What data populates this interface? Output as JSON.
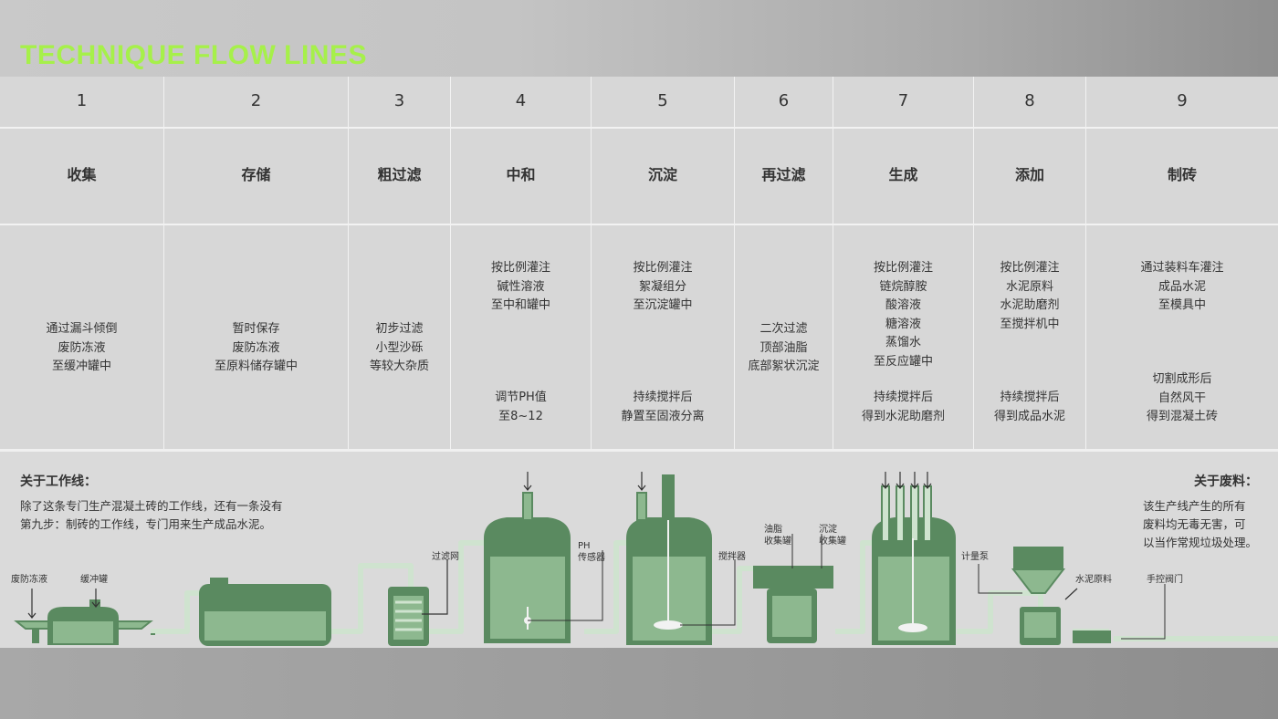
{
  "title": "TECHNIQUE FLOW LINES",
  "steps": [
    {
      "num": "1",
      "name": "收集",
      "desc": [
        {
          "lines": [
            "通过漏斗倾倒",
            "废防冻液",
            "至缓冲罐中"
          ]
        }
      ]
    },
    {
      "num": "2",
      "name": "存储",
      "desc": [
        {
          "lines": [
            "暂时保存",
            "废防冻液",
            "至原料储存罐中"
          ]
        }
      ]
    },
    {
      "num": "3",
      "name": "粗过滤",
      "desc": [
        {
          "lines": [
            "初步过滤",
            "小型沙砾",
            "等较大杂质"
          ]
        }
      ]
    },
    {
      "num": "4",
      "name": "中和",
      "desc": [
        {
          "lines": [
            "按比例灌注",
            "碱性溶液",
            "至中和罐中"
          ]
        },
        {
          "lines": [
            "调节PH值",
            "至8~12"
          ]
        }
      ]
    },
    {
      "num": "5",
      "name": "沉淀",
      "desc": [
        {
          "lines": [
            "按比例灌注",
            "絮凝组分",
            "至沉淀罐中"
          ]
        },
        {
          "lines": [
            "持续搅拌后",
            "静置至固液分离"
          ]
        }
      ]
    },
    {
      "num": "6",
      "name": "再过滤",
      "desc": [
        {
          "lines": [
            "二次过滤",
            "顶部油脂",
            "底部絮状沉淀"
          ]
        }
      ]
    },
    {
      "num": "7",
      "name": "生成",
      "desc": [
        {
          "lines": [
            "按比例灌注",
            "链烷醇胺",
            "酸溶液",
            "糖溶液",
            "蒸馏水",
            "至反应罐中"
          ]
        },
        {
          "lines": [
            "持续搅拌后",
            "得到水泥助磨剂"
          ]
        }
      ]
    },
    {
      "num": "8",
      "name": "添加",
      "desc": [
        {
          "lines": [
            "按比例灌注",
            "水泥原料",
            "水泥助磨剂",
            "至搅拌机中"
          ]
        },
        {
          "lines": [
            "持续搅拌后",
            "得到成品水泥"
          ]
        }
      ]
    },
    {
      "num": "9",
      "name": "制砖",
      "desc": [
        {
          "lines": [
            "通过装料车灌注",
            "成品水泥",
            "至模具中"
          ]
        },
        {
          "lines": [
            "切割成形后",
            "自然风干",
            "得到混凝土砖"
          ]
        }
      ]
    }
  ],
  "notes": {
    "left_title": "关于工作线：",
    "left_lines": [
      "除了这条专门生产混凝土砖的工作线，还有一条没有",
      "第九步：制砖的工作线，专门用来生产成品水泥。"
    ],
    "right_title": "关于废料：",
    "right_lines": [
      "该生产线产生的所有",
      "废料均无毒无害，可",
      "以当作常规垃圾处理。"
    ]
  },
  "labels": {
    "antifreeze": "废防冻液",
    "buffer_tank": "缓冲罐",
    "filter_net": "过滤网",
    "ph_sensor_1": "PH",
    "ph_sensor_2": "传感器",
    "mixer": "搅拌器",
    "grease_1": "油脂",
    "grease_2": "收集罐",
    "sediment_1": "沉淀",
    "sediment_2": "收集罐",
    "metering_pump": "计量泵",
    "cement_raw": "水泥原料",
    "manual_valve": "手控阀门"
  },
  "colors": {
    "title": "#a6f04a",
    "equipment": "#5a8a60",
    "liquid": "#8db88f",
    "pipe": "#cfe3cf"
  }
}
